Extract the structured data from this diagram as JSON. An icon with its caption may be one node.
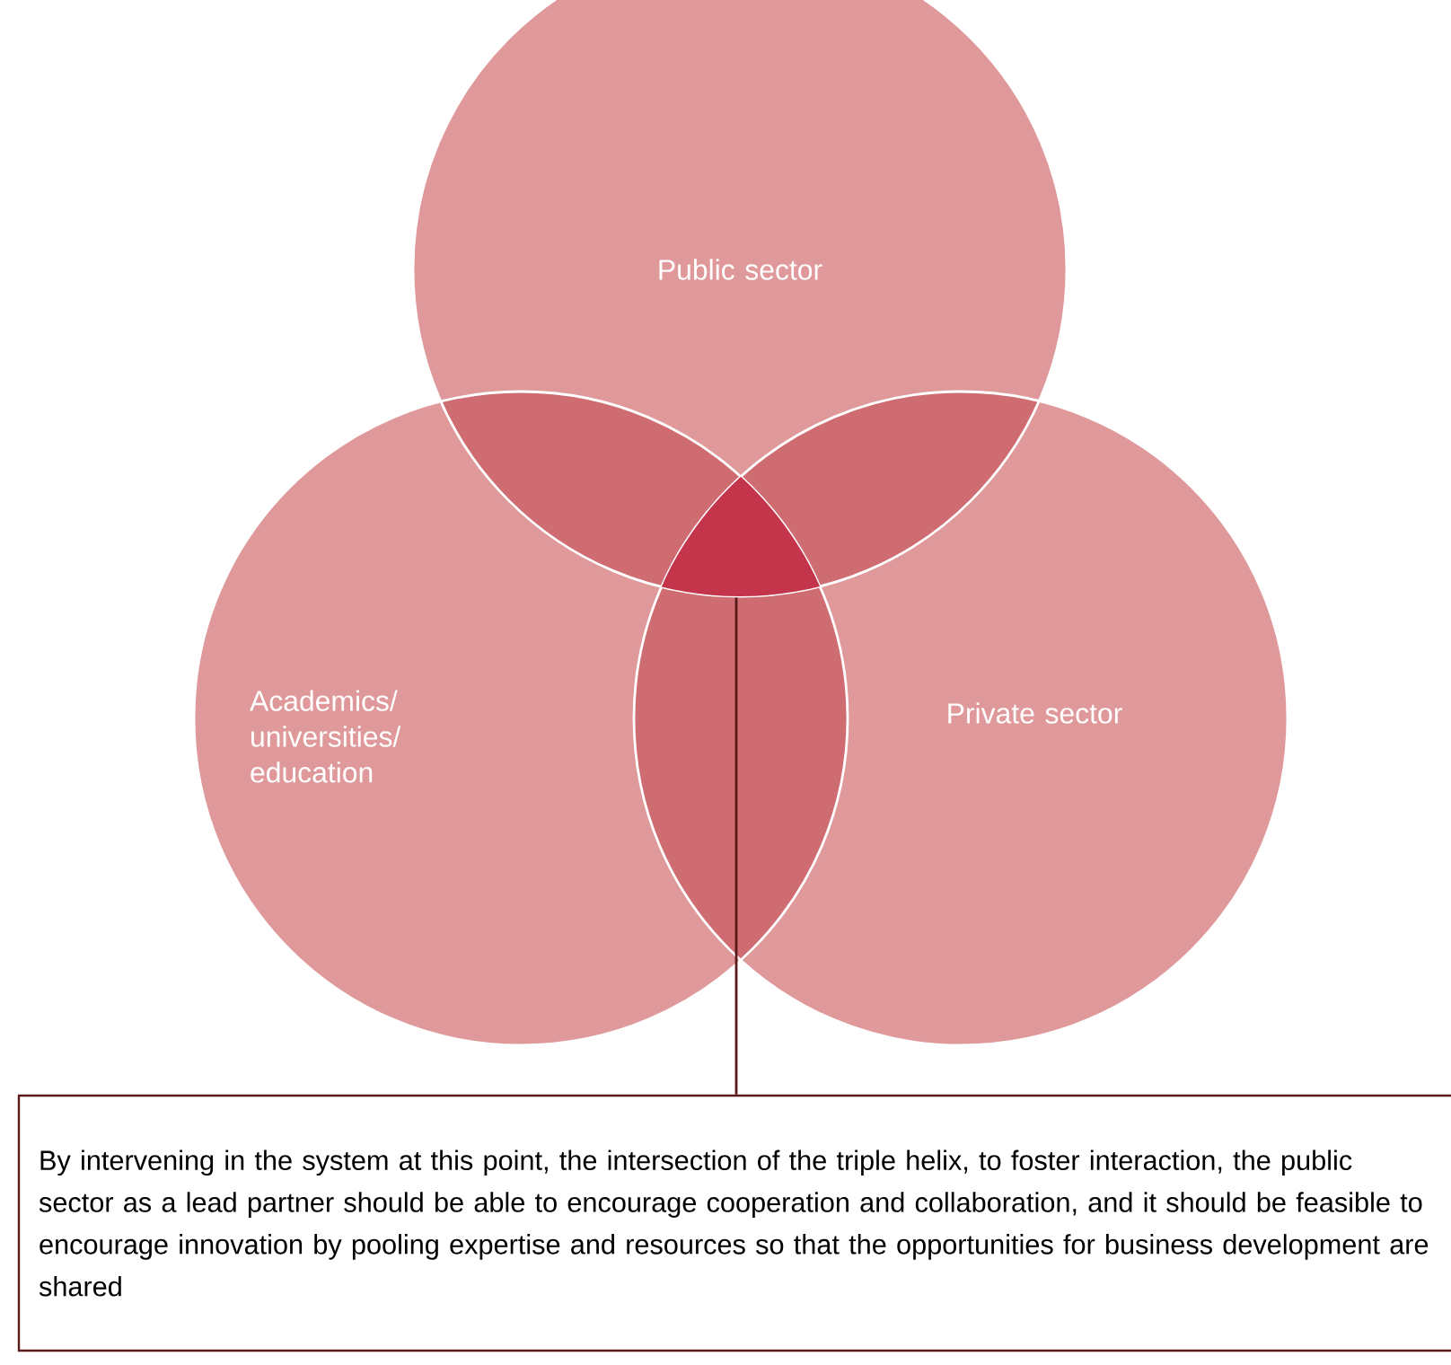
{
  "diagram": {
    "nodes": [
      {
        "text": [
          "Public sector"
        ]
      },
      {
        "text": [
          "Academics/ universities/ education"
        ]
      },
      {
        "text": [
          "Private sector"
        ]
      },
      {
        "text": [
          "By intervening in the system at this point, the intersection of the triple helix, to foster interaction, the public sector as a lead partner should be able to encourage cooperation and collaboration, and it should be feasible to encourage innovation by pooling expertise and resources so that the opportunities for business development are shared"
        ]
      },
      {
        "text": [],
        "shape": "triangle"
      }
    ],
    "edges": [
      {
        "from": 3,
        "to": 4,
        "arrow": "none"
      }
    ]
  }
}
